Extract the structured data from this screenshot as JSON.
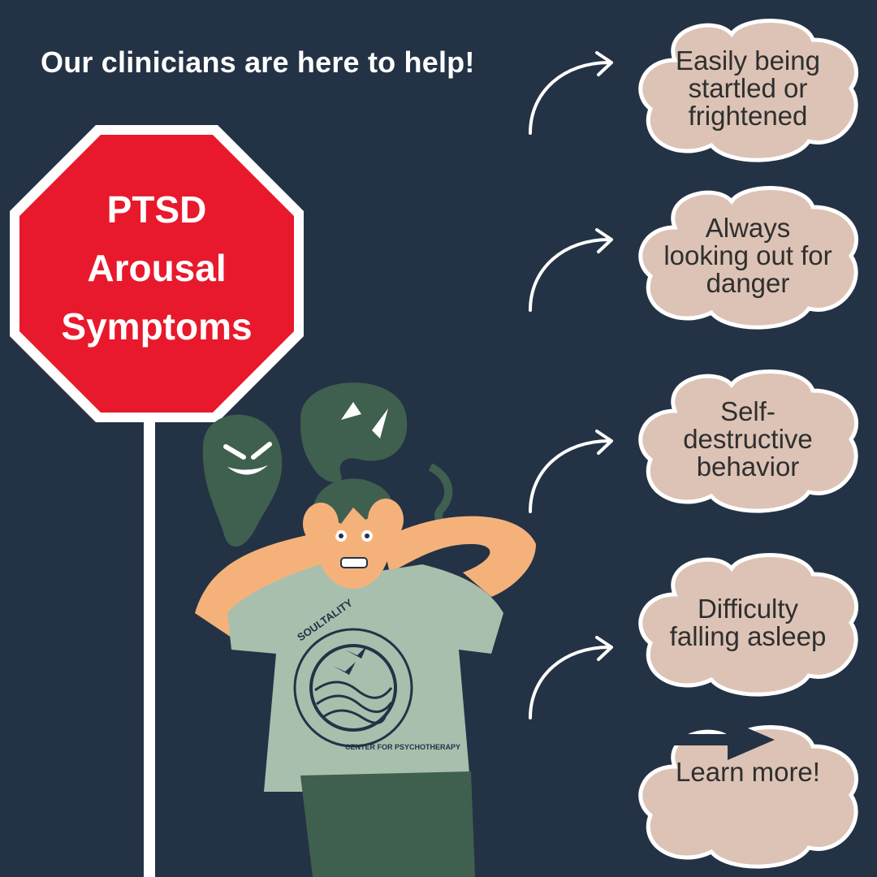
{
  "headline": "Our clinicians are here to help!",
  "stop_sign": {
    "lines": [
      "PTSD",
      "Arousal",
      "Symptoms"
    ],
    "color": "#e8192c"
  },
  "shirt_logo": {
    "top_text": "SOULTALITY",
    "bottom_text": "CENTER FOR PSYCHOTHERAPY"
  },
  "symptoms": [
    {
      "text": "Easily being startled or frightened"
    },
    {
      "text": "Always looking out for danger"
    },
    {
      "text": "Self-destructive behavior"
    },
    {
      "text": "Difficulty falling asleep"
    }
  ],
  "cta": {
    "label": "Learn more!",
    "icon": "right-arrow-icon"
  },
  "colors": {
    "background": "#243245",
    "cloud": "#dcc3b5",
    "ghost": "#3f5f4f",
    "shirt": "#a9bfae",
    "skin": "#f4b27a"
  }
}
